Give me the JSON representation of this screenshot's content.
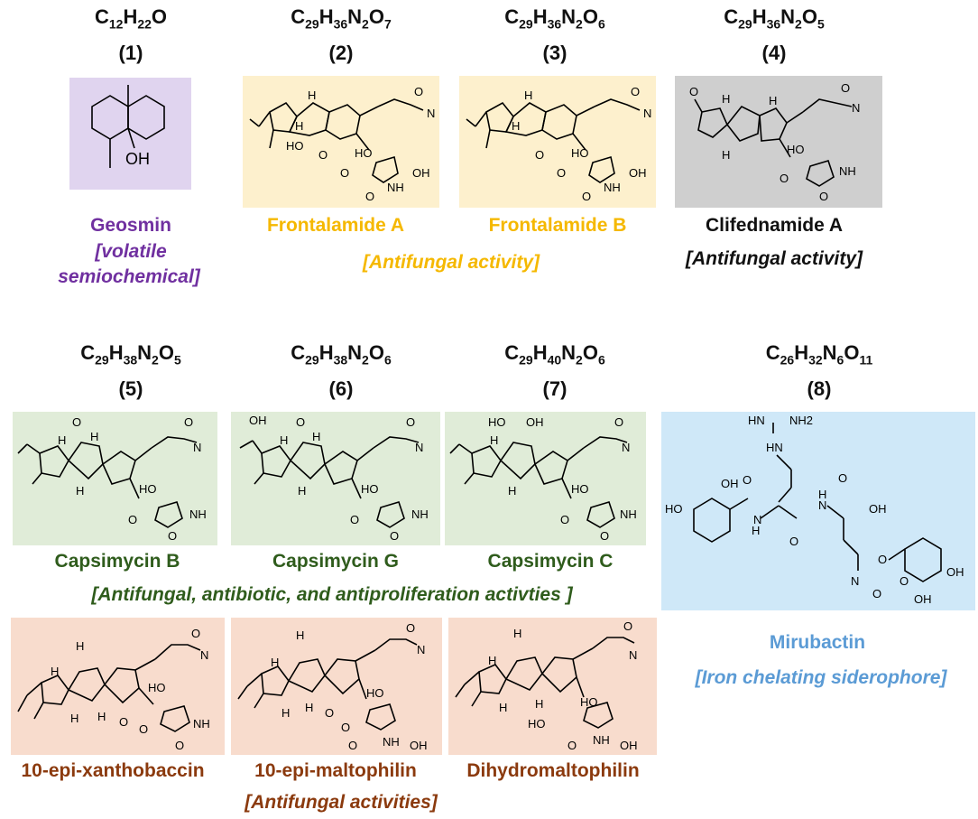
{
  "colors": {
    "geosmin_bg": "#e0d4ef",
    "frontalamide_bg": "#fdf0cd",
    "clifednamide_bg": "#cfcfcf",
    "capsimycin_bg": "#e0ecd8",
    "mirubactin_bg": "#cfe8f8",
    "bottom_bg": "#f8dccd",
    "purple": "#7030a0",
    "gold": "#f5b800",
    "dark_green": "#2f5c1c",
    "blue": "#5b9bd5",
    "brown": "#8b3a0e"
  },
  "compounds": [
    {
      "number": "(1)",
      "formula_base": [
        "C",
        "H",
        "O"
      ],
      "formula_subs": [
        "12",
        "22",
        ""
      ],
      "name": "Geosmin"
    },
    {
      "number": "(2)",
      "formula_base": [
        "C",
        "H",
        "N",
        "O"
      ],
      "formula_subs": [
        "29",
        "36",
        "2",
        "7"
      ],
      "name": "Frontalamide A"
    },
    {
      "number": "(3)",
      "formula_base": [
        "C",
        "H",
        "N",
        "O"
      ],
      "formula_subs": [
        "29",
        "36",
        "2",
        "6"
      ],
      "name": "Frontalamide B"
    },
    {
      "number": "(4)",
      "formula_base": [
        "C",
        "H",
        "N",
        "O"
      ],
      "formula_subs": [
        "29",
        "36",
        "2",
        "5"
      ],
      "name": "Clifednamide A"
    },
    {
      "number": "(5)",
      "formula_base": [
        "C",
        "H",
        "N",
        "O"
      ],
      "formula_subs": [
        "29",
        "38",
        "2",
        "5"
      ],
      "name": "Capsimycin B"
    },
    {
      "number": "(6)",
      "formula_base": [
        "C",
        "H",
        "N",
        "O"
      ],
      "formula_subs": [
        "29",
        "38",
        "2",
        "6"
      ],
      "name": "Capsimycin G"
    },
    {
      "number": "(7)",
      "formula_base": [
        "C",
        "H",
        "N",
        "O"
      ],
      "formula_subs": [
        "29",
        "40",
        "2",
        "6"
      ],
      "name": "Capsimycin C"
    },
    {
      "number": "(8)",
      "formula_base": [
        "C",
        "H",
        "N",
        "O"
      ],
      "formula_subs": [
        "26",
        "32",
        "6",
        "11"
      ],
      "name": "Mirubactin"
    },
    {
      "number": "",
      "name": "10-epi-xanthobaccin"
    },
    {
      "number": "",
      "name": "10-epi-maltophilin"
    },
    {
      "number": "",
      "name": "Dihydromaltophilin"
    }
  ],
  "activities": {
    "geosmin_line1": "[volatile",
    "geosmin_line2": "semiochemical]",
    "frontalamide": "[Antifungal activity]",
    "clifednamide": "[Antifungal activity]",
    "capsimycin": "[Antifungal, antibiotic, and antiproliferation activties ]",
    "mirubactin": "[Iron chelating siderophore]",
    "bottom": "[Antifungal activities]"
  },
  "atom_labels": {
    "OH": "OH",
    "HO": "HO",
    "H": "H",
    "O": "O",
    "N": "N",
    "NH": "NH",
    "NH2": "NH2",
    "HN": "HN",
    "OH_acid": "OH"
  }
}
